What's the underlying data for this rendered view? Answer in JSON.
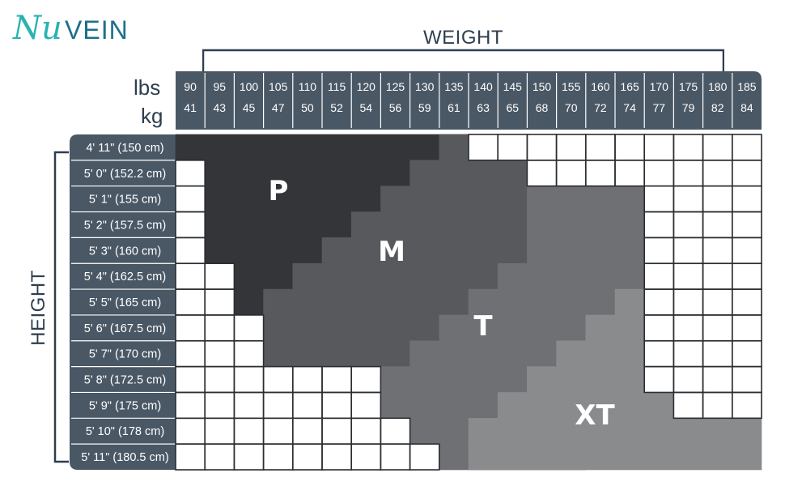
{
  "brand": {
    "logo_text_nu": "Nu",
    "logo_text_vein": "VEIN",
    "logo_color_script": "#27b3b0",
    "logo_color_caps": "#1d6f8c"
  },
  "titles": {
    "weight": "WEIGHT",
    "height": "HEIGHT"
  },
  "units": {
    "lbs": "lbs",
    "kg": "kg"
  },
  "weights": [
    {
      "lbs": "90",
      "kg": "41"
    },
    {
      "lbs": "95",
      "kg": "43"
    },
    {
      "lbs": "100",
      "kg": "45"
    },
    {
      "lbs": "105",
      "kg": "47"
    },
    {
      "lbs": "110",
      "kg": "50"
    },
    {
      "lbs": "115",
      "kg": "52"
    },
    {
      "lbs": "120",
      "kg": "54"
    },
    {
      "lbs": "125",
      "kg": "56"
    },
    {
      "lbs": "130",
      "kg": "59"
    },
    {
      "lbs": "135",
      "kg": "61"
    },
    {
      "lbs": "140",
      "kg": "63"
    },
    {
      "lbs": "145",
      "kg": "65"
    },
    {
      "lbs": "150",
      "kg": "68"
    },
    {
      "lbs": "155",
      "kg": "70"
    },
    {
      "lbs": "160",
      "kg": "72"
    },
    {
      "lbs": "165",
      "kg": "74"
    },
    {
      "lbs": "170",
      "kg": "77"
    },
    {
      "lbs": "175",
      "kg": "79"
    },
    {
      "lbs": "180",
      "kg": "82"
    },
    {
      "lbs": "185",
      "kg": "84"
    }
  ],
  "heights": [
    "4' 11\" (150 cm)",
    "5' 0\" (152.2 cm)",
    "5' 1\" (155 cm)",
    "5' 2\" (157.5 cm)",
    "5' 3\" (160 cm)",
    "5' 4\" (162.5 cm)",
    "5' 5\" (165 cm)",
    "5' 6\" (167.5 cm)",
    "5' 7\" (170 cm)",
    "5' 8\" (172.5 cm)",
    "5' 9\" (175 cm)",
    "5' 10\" (178 cm)",
    "5' 11\" (180.5 cm)"
  ],
  "colors": {
    "header": "#4a5866",
    "zone_P": "#333538",
    "zone_M": "#57595c",
    "zone_T": "#6e7073",
    "zone_XT": "#8a8b8d",
    "grid": "#2a2d31"
  },
  "zones": [
    {
      "label": "P",
      "from": [
        0,
        1,
        1,
        1,
        1,
        2,
        2,
        -1,
        -1,
        -1,
        -1,
        -1,
        -1
      ],
      "to": [
        9,
        7,
        6,
        5,
        4,
        3,
        2,
        -1,
        -1,
        -1,
        -1,
        -1,
        -1
      ]
    },
    {
      "label": "M",
      "from": [
        9,
        8,
        7,
        6,
        5,
        4,
        3,
        3,
        3,
        -1,
        -1,
        -1,
        -1
      ],
      "to": [
        9,
        11,
        11,
        11,
        11,
        10,
        9,
        8,
        7,
        -1,
        -1,
        -1,
        -1
      ]
    },
    {
      "label": "T",
      "from": [
        -1,
        -1,
        12,
        12,
        12,
        11,
        10,
        9,
        8,
        7,
        7,
        8,
        9
      ],
      "to": [
        -1,
        -1,
        15,
        15,
        15,
        15,
        15,
        15,
        15,
        15,
        14,
        13,
        13
      ]
    },
    {
      "label": "XT",
      "from": [
        -1,
        -1,
        -1,
        -1,
        -1,
        -1,
        15,
        14,
        13,
        12,
        11,
        10,
        10
      ],
      "to": [
        -1,
        -1,
        -1,
        -1,
        -1,
        -1,
        15,
        15,
        15,
        15,
        16,
        19,
        19
      ]
    }
  ]
}
